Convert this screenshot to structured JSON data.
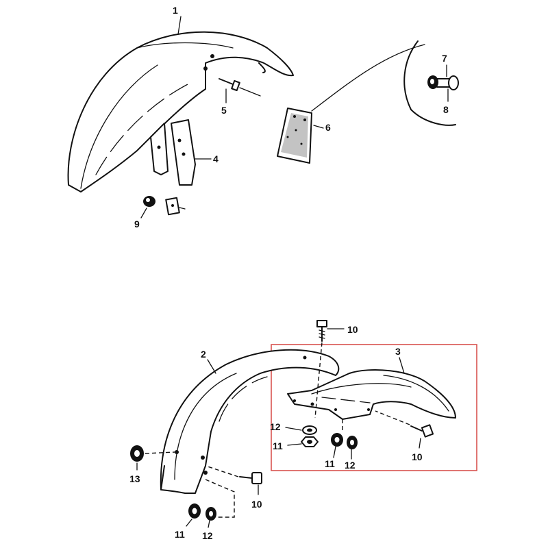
{
  "diagram": {
    "highlight_color": "#d9534f",
    "ink_color": "#111111",
    "callouts": {
      "c1": "1",
      "c2": "2",
      "c3": "3",
      "c4": "4",
      "c5": "5",
      "c6": "6",
      "c7": "7",
      "c8": "8",
      "c9": "9",
      "c10a": "10",
      "c10b": "10",
      "c10c": "10",
      "c11a": "11",
      "c11b": "11",
      "c11c": "11",
      "c12a": "12",
      "c12b": "12",
      "c12c": "12",
      "c13": "13"
    }
  }
}
